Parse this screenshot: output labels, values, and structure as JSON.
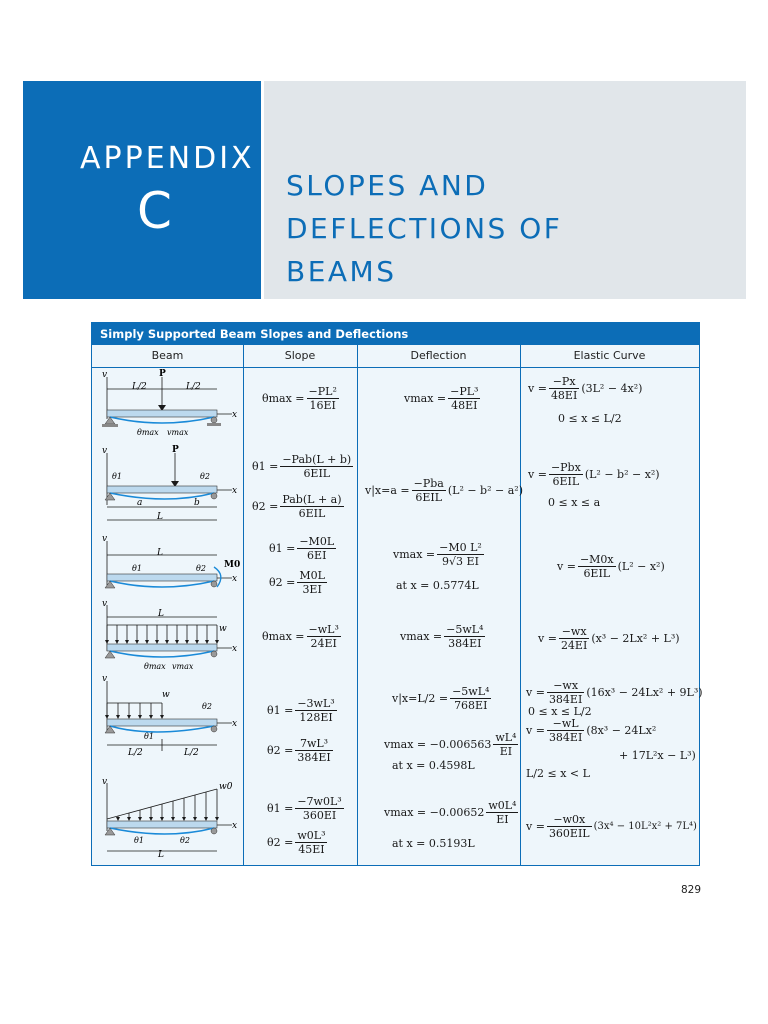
{
  "header": {
    "appendix_word": "APPENDIX",
    "appendix_letter": "C",
    "title_lines": [
      "SLOPES AND",
      "DEFLECTIONS OF",
      "BEAMS"
    ]
  },
  "table": {
    "caption": "Simply Supported Beam Slopes and Deflections",
    "columns": [
      "Beam",
      "Slope",
      "Deflection",
      "Elastic Curve"
    ],
    "rows": [
      {
        "beam_labels": [
          "v",
          "L/2",
          "L/2",
          "P",
          "x",
          "θmax",
          "vmax"
        ],
        "slope": [
          {
            "lhs": "θmax =",
            "num": "−PL²",
            "den": "16EI"
          }
        ],
        "deflection": [
          {
            "lhs": "vmax =",
            "num": "−PL³",
            "den": "48EI"
          }
        ],
        "curve": [
          {
            "lhs": "v =",
            "num": "−Px",
            "den": "48EI",
            "rhs": "(3L² − 4x²)"
          },
          {
            "text": "0 ≤ x ≤ L/2"
          }
        ]
      },
      {
        "beam_labels": [
          "v",
          "P",
          "θ1",
          "θ2",
          "x",
          "a",
          "b",
          "L"
        ],
        "slope": [
          {
            "lhs": "θ1 =",
            "num": "−Pab(L + b)",
            "den": "6EIL"
          },
          {
            "lhs": "θ2 =",
            "num": "Pab(L + a)",
            "den": "6EIL"
          }
        ],
        "deflection": [
          {
            "lhs": "v|x=a =",
            "num": "−Pba",
            "den": "6EIL",
            "rhs": "(L² − b² − a²)"
          }
        ],
        "curve": [
          {
            "lhs": "v =",
            "num": "−Pbx",
            "den": "6EIL",
            "rhs": "(L² − b² − x²)"
          },
          {
            "text": "0 ≤ x ≤ a"
          }
        ]
      },
      {
        "beam_labels": [
          "v",
          "L",
          "θ1",
          "θ2",
          "M0",
          "x"
        ],
        "slope": [
          {
            "lhs": "θ1 =",
            "num": "−M0L",
            "den": "6EI"
          },
          {
            "lhs": "θ2 =",
            "num": "M0L",
            "den": "3EI"
          }
        ],
        "deflection": [
          {
            "lhs": "vmax =",
            "num": "−M0 L²",
            "den": "9√3 EI"
          },
          {
            "text": "at x = 0.5774L"
          }
        ],
        "curve": [
          {
            "lhs": "v =",
            "num": "−M0x",
            "den": "6EIL",
            "rhs": "(L² − x²)"
          }
        ]
      },
      {
        "beam_labels": [
          "v",
          "L",
          "w",
          "x",
          "θmax",
          "vmax"
        ],
        "slope": [
          {
            "lhs": "θmax =",
            "num": "−wL³",
            "den": "24EI"
          }
        ],
        "deflection": [
          {
            "lhs": "vmax =",
            "num": "−5wL⁴",
            "den": "384EI"
          }
        ],
        "curve": [
          {
            "lhs": "v =",
            "num": "−wx",
            "den": "24EI",
            "rhs": "(x³ − 2Lx² + L³)"
          }
        ]
      },
      {
        "beam_labels": [
          "v",
          "w",
          "θ2",
          "x",
          "θ1",
          "L/2",
          "L/2"
        ],
        "slope": [
          {
            "lhs": "θ1 =",
            "num": "−3wL³",
            "den": "128EI"
          },
          {
            "lhs": "θ2 =",
            "num": "7wL³",
            "den": "384EI"
          }
        ],
        "deflection": [
          {
            "lhs": "v|x=L/2 =",
            "num": "−5wL⁴",
            "den": "768EI"
          },
          {
            "lhs": "vmax = −0.006563",
            "num": "wL⁴",
            "den": "EI"
          },
          {
            "text": "at x = 0.4598L"
          }
        ],
        "curve": [
          {
            "lhs": "v =",
            "num": "−wx",
            "den": "384EI",
            "rhs": "(16x³ − 24Lx² + 9L³)"
          },
          {
            "text": "0 ≤ x ≤ L/2"
          },
          {
            "lhs": "v =",
            "num": "−wL",
            "den": "384EI",
            "rhs": "(8x³ − 24Lx²"
          },
          {
            "text": "+ 17L²x − L³)"
          },
          {
            "text": "L/2 ≤ x < L"
          }
        ]
      },
      {
        "beam_labels": [
          "v",
          "w0",
          "x",
          "θ1",
          "θ2",
          "L"
        ],
        "slope": [
          {
            "lhs": "θ1 =",
            "num": "−7w0L³",
            "den": "360EI"
          },
          {
            "lhs": "θ2 =",
            "num": "w0L³",
            "den": "45EI"
          }
        ],
        "deflection": [
          {
            "lhs": "vmax = −0.00652",
            "num": "w0L⁴",
            "den": "EI"
          },
          {
            "text": "at x = 0.5193L"
          }
        ],
        "curve": [
          {
            "lhs": "v =",
            "num": "−w0x",
            "den": "360EIL",
            "rhs": "(3x⁴ − 10L²x² + 7L⁴)"
          }
        ]
      }
    ]
  },
  "page_number": "829"
}
